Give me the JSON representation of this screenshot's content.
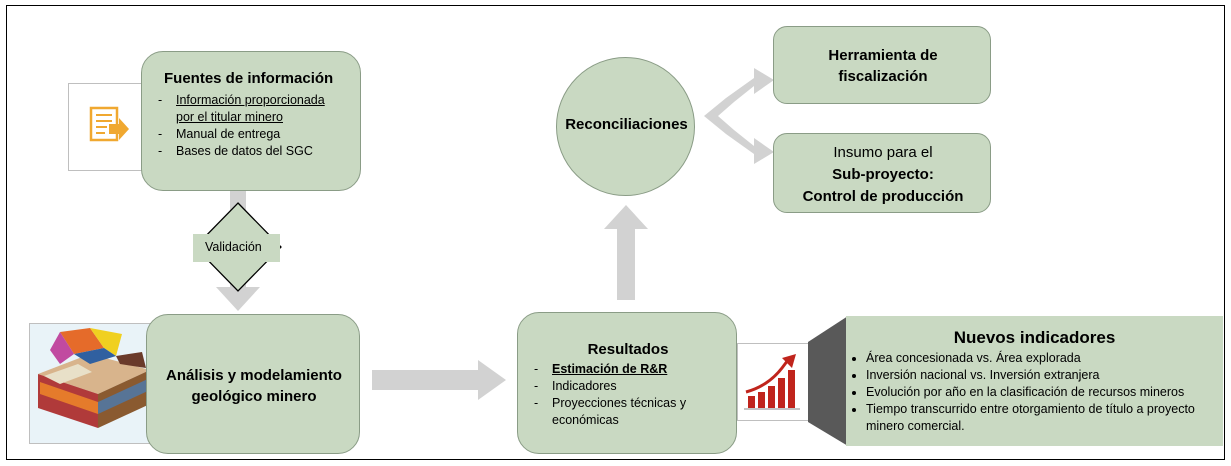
{
  "fuentes": {
    "title": "Fuentes de información",
    "items": [
      "Información proporcionada por el titular minero",
      "Manual de entrega",
      "Bases de datos del SGC"
    ]
  },
  "validacion": {
    "label": "Validación"
  },
  "analisis": {
    "title": "Análisis y modelamiento geológico minero"
  },
  "resultados": {
    "title": "Resultados",
    "items": [
      "Estimación de R&R",
      "Indicadores",
      "Proyecciones técnicas y económicas"
    ]
  },
  "reconciliaciones": {
    "label": "Reconciliaciones"
  },
  "herramienta": {
    "label": "Herramienta de fiscalización"
  },
  "insumo": {
    "line1": "Insumo para el",
    "line2": "Sub-proyecto:",
    "line3": "Control de producción"
  },
  "nuevos_indicadores": {
    "title": "Nuevos indicadores",
    "items": [
      "Área concesionada vs. Área explorada",
      "Inversión nacional vs. Inversión extranjera",
      "Evolución por año en la clasificación de recursos mineros",
      "Tiempo transcurrido entre otorgamiento de título a proyecto minero comercial."
    ]
  },
  "colors": {
    "box_fill": "#c9d9c2",
    "arrow_gray": "#d2d2d2",
    "icon_orange": "#f0a830",
    "chart_red": "#c0241c"
  },
  "icons": [
    "document-arrow-icon",
    "geological-model-icon",
    "growth-chart-icon"
  ]
}
